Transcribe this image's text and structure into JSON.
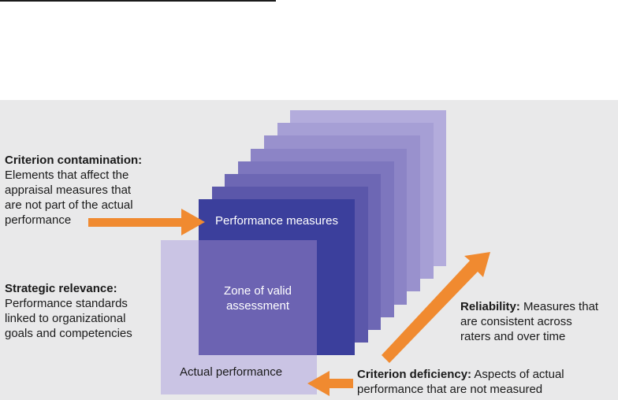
{
  "diagram": {
    "labels": {
      "performance_measures": "Performance measures",
      "zone_of_valid_assessment_line1": "Zone of valid",
      "zone_of_valid_assessment_line2": "assessment",
      "actual_performance": "Actual performance"
    },
    "annotations": {
      "criterion_contamination": {
        "term": "Criterion contamination:",
        "lines": [
          "Elements that affect the",
          "appraisal measures that",
          "are not part of the actual",
          "performance"
        ]
      },
      "strategic_relevance": {
        "term": "Strategic relevance:",
        "lines": [
          "Performance standards",
          "linked to organizational",
          "goals and competencies"
        ]
      },
      "reliability": {
        "term": "Reliability:",
        "first_line_rest": " Measures that",
        "lines": [
          "are consistent across",
          "raters and over time"
        ]
      },
      "criterion_deficiency": {
        "term": "Criterion deficiency:",
        "first_line_rest": " Aspects of actual",
        "lines": [
          "performance that are not measured"
        ]
      }
    },
    "colors": {
      "panel_background": "#e9e9ea",
      "arrow": "#f08a30",
      "measures_front": "#3b3f9c",
      "zone": "#6c63b2",
      "actual_performance": "#cac4e4",
      "stack_back": "#b3acdc"
    }
  }
}
